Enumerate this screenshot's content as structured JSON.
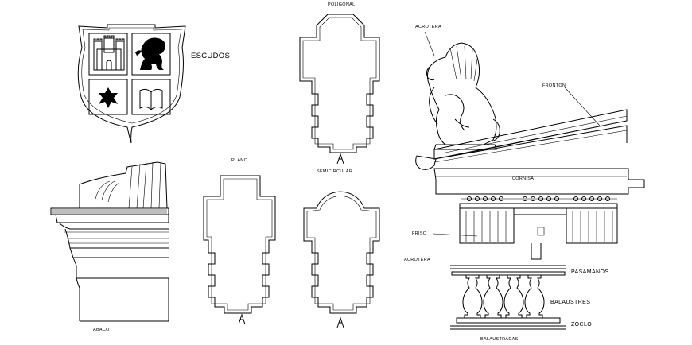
{
  "labels": {
    "escudos": "ESCUDOS",
    "abaco": "ABACO",
    "plano": "PLANO",
    "poligonal": "POLIGONAL",
    "semicircular": "SEMICIRCULAR",
    "acrotera_top": "ACROTERA",
    "fronton": "FRONTON",
    "cornisa": "CORNISA",
    "friso": "FRISO",
    "acrotera_bottom": "ACROTERA",
    "pasamanos": "PASAMANOS",
    "balaustres": "BALAUSTRES",
    "zoclo": "ZOCLO",
    "balaustradas": "BALAUSTRADAS"
  },
  "icons": [
    "shield-icon",
    "castle-icon",
    "lion-icon",
    "star-icon",
    "book-icon",
    "north-arrow-icon",
    "griffin-icon"
  ]
}
